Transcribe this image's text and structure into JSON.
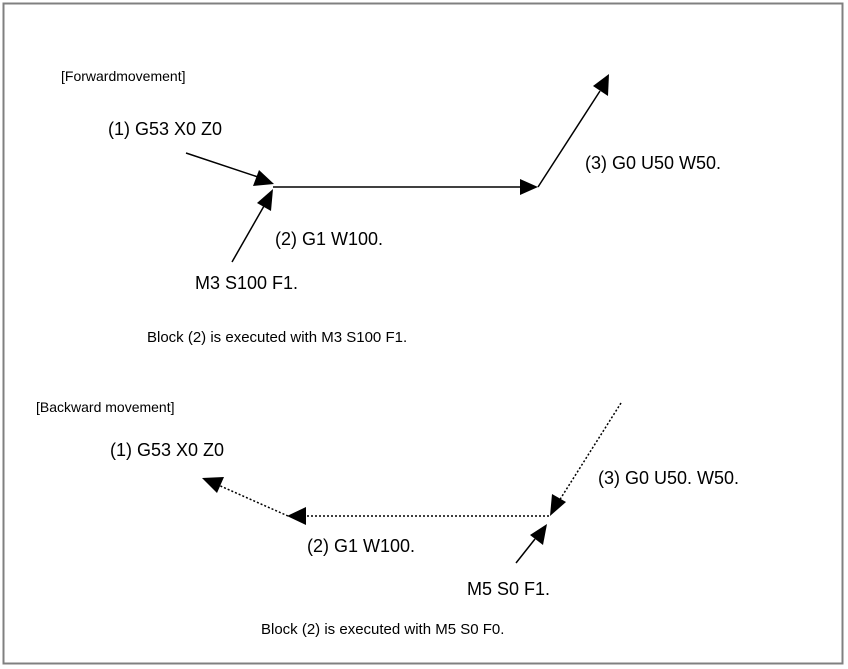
{
  "forward": {
    "heading": "[Forwardmovement]",
    "block1": "(1) G53 X0 Z0",
    "block2": "(2) G1 W100.",
    "block3": "(3) G0 U50 W50.",
    "mcode": "M3 S100 F1.",
    "caption": "Block (2) is executed with M3 S100 F1."
  },
  "backward": {
    "heading": "[Backward movement]",
    "block1": "(1) G53 X0 Z0",
    "block2": "(2) G1 W100.",
    "block3": "(3) G0 U50. W50.",
    "mcode": "M5 S0 F1.",
    "caption": "Block (2) is executed with M5 S0 F0."
  },
  "colors": {
    "line": "#000000",
    "frame": "#808080",
    "background": "#ffffff"
  }
}
